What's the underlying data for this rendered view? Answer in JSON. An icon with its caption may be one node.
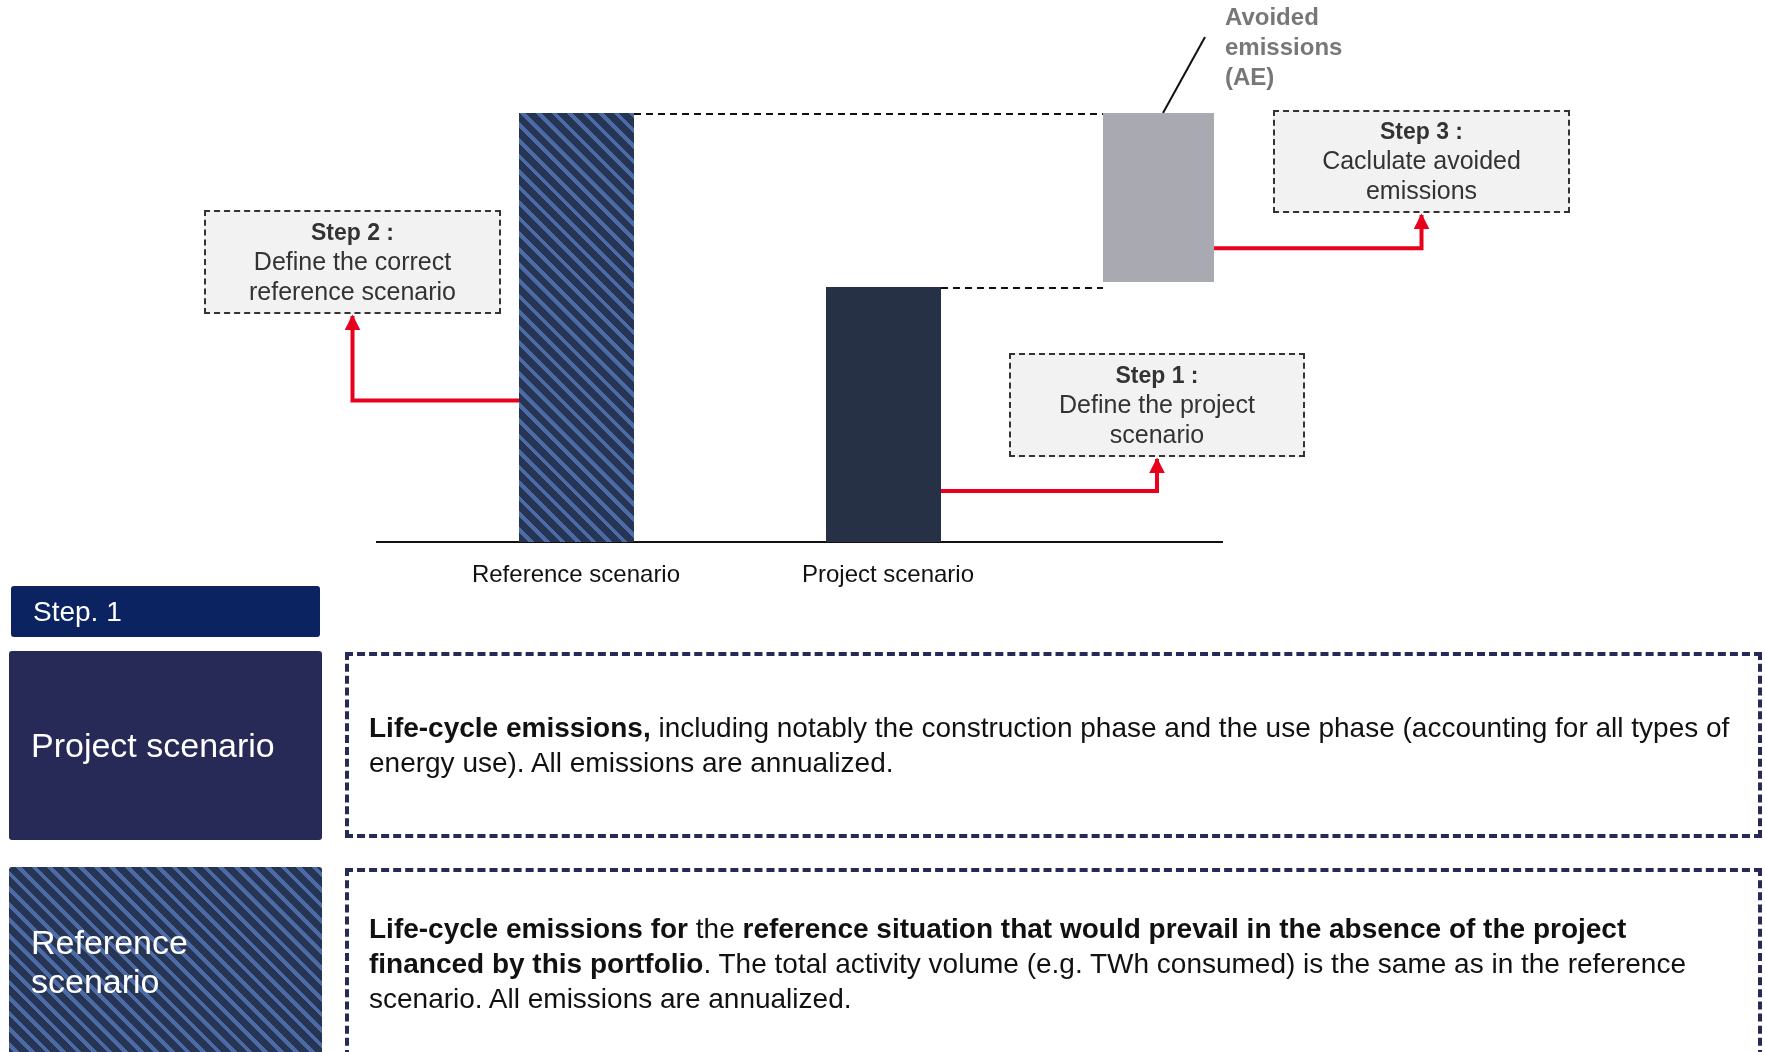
{
  "diagram": {
    "nodes": [
      {
        "text": [],
        "shape": "bar",
        "beside": [
          "Reference scenario"
        ]
      },
      {
        "text": [],
        "shape": "bar",
        "beside": [
          "Project scenario"
        ]
      },
      {
        "text": [],
        "shape": "bar"
      },
      {
        "text": [
          "Avoided emissions (AE)"
        ]
      },
      {
        "text": [
          "Step 2 :",
          "Define the correct reference scenario"
        ]
      },
      {
        "text": [
          "Step 1 :",
          "Define the project scenario"
        ]
      },
      {
        "text": [
          "Step 3 :",
          "Caclulate avoided emissions"
        ]
      },
      {
        "text": [
          "Step. 1"
        ]
      },
      {
        "text": [
          "Project scenario"
        ]
      },
      {
        "text": [
          "**Life-cycle emissions,** including notably the construction phase and the use phase (accounting for all types of energy use). All emissions are annualized."
        ]
      },
      {
        "text": [
          "Reference scenario"
        ]
      },
      {
        "text": [
          "**Life-cycle emissions for** the **reference situation that would prevail in the absence of the project financed by this portfolio**. The total activity volume (e.g. TWh consumed) is the same as in the reference scenario. All emissions are annualized."
        ]
      }
    ],
    "edges": [
      {
        "from": 0,
        "to": 4,
        "arrow": "to",
        "color": "#e8001c"
      },
      {
        "from": 1,
        "to": 5,
        "arrow": "to",
        "color": "#e8001c"
      },
      {
        "from": 2,
        "to": 6,
        "arrow": "to",
        "color": "#e8001c"
      },
      {
        "from": 3,
        "to": 2,
        "arrow": "none",
        "color": "#111111"
      },
      {
        "from": 0,
        "to": 2,
        "arrow": "none",
        "style": "dashed",
        "color": "#111111"
      },
      {
        "from": 1,
        "to": 2,
        "arrow": "none",
        "style": "dashed",
        "color": "#111111"
      }
    ]
  }
}
